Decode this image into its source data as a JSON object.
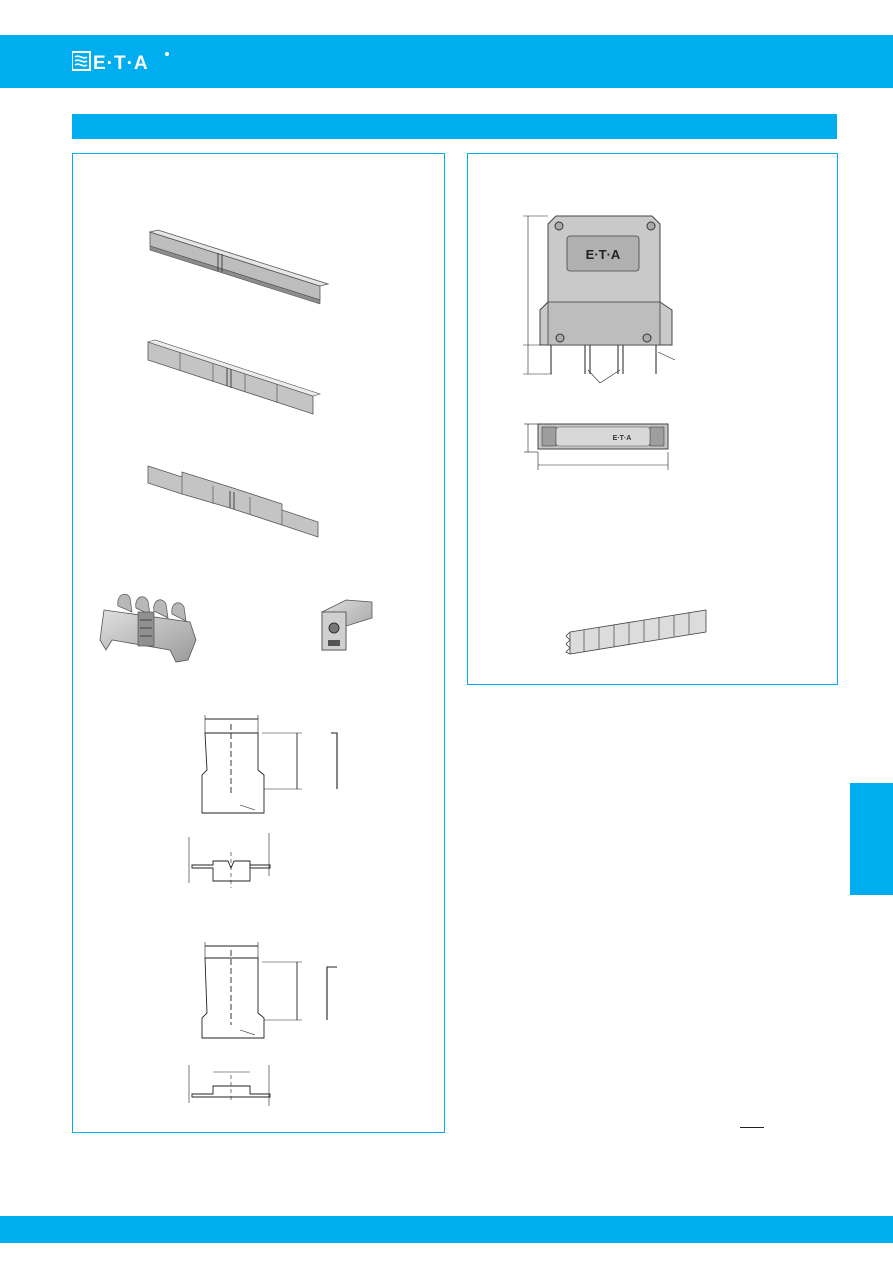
{
  "header": {
    "logo_text": "E·T·A",
    "color": "#00aeef"
  },
  "section_bar": {
    "color": "#00aeef"
  },
  "relay": {
    "front_logo_text": "E·T·A",
    "top_logo_text": "E·T·A"
  },
  "side_tab": {
    "color": "#00aeef"
  },
  "footer": {
    "color": "#00aeef"
  }
}
